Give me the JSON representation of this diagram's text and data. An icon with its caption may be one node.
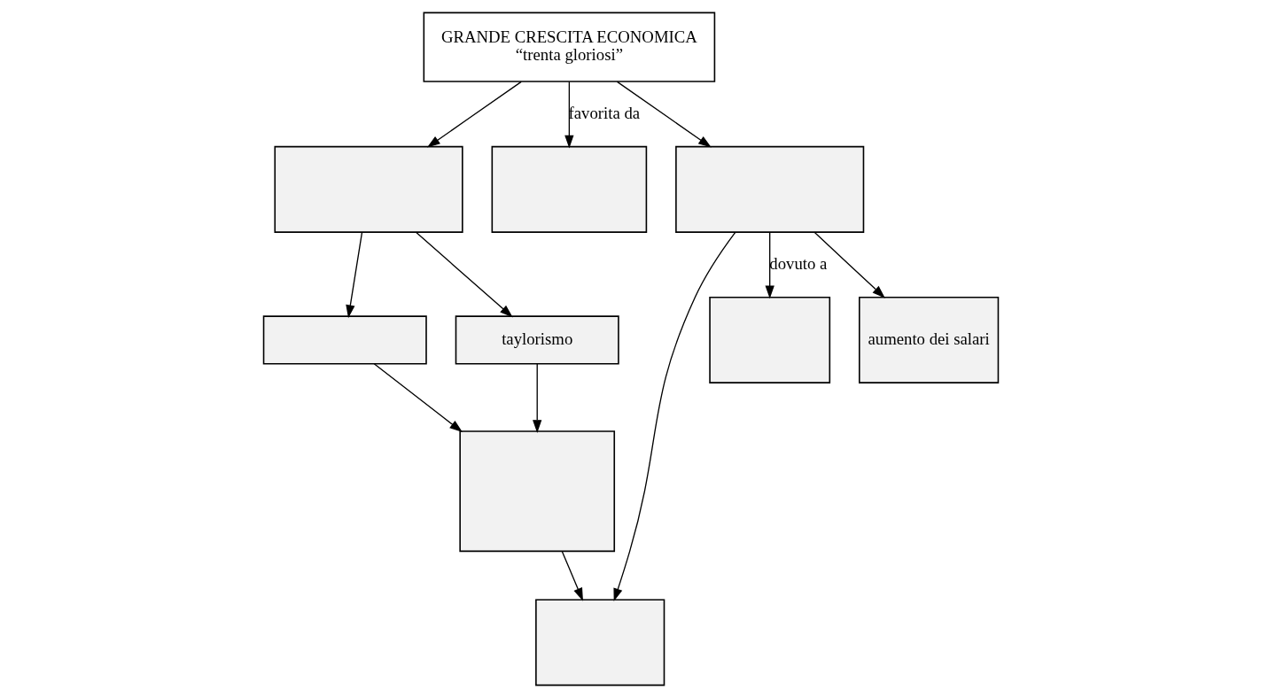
{
  "diagram": {
    "nodes": [
      {
        "text": [
          "GRANDE CRESCITA ECONOMICA",
          "“trenta gloriosi”"
        ]
      },
      {
        "text": [],
        "shape": "box"
      },
      {
        "text": [],
        "shape": "box"
      },
      {
        "text": [],
        "shape": "box"
      },
      {
        "text": [],
        "shape": "box"
      },
      {
        "text": [
          "taylorismo"
        ]
      },
      {
        "text": [],
        "shape": "box"
      },
      {
        "text": [],
        "shape": "box"
      },
      {
        "text": [],
        "shape": "box"
      },
      {
        "text": [
          "aumento dei salari"
        ]
      }
    ],
    "edges": [
      {
        "from": 0,
        "to": 1,
        "arrow": "to"
      },
      {
        "from": 0,
        "to": 2,
        "arrow": "to",
        "label": "favorita da"
      },
      {
        "from": 0,
        "to": 3,
        "arrow": "to"
      },
      {
        "from": 1,
        "to": 4,
        "arrow": "to"
      },
      {
        "from": 1,
        "to": 5,
        "arrow": "to"
      },
      {
        "from": 4,
        "to": 6,
        "arrow": "to"
      },
      {
        "from": 5,
        "to": 6,
        "arrow": "to"
      },
      {
        "from": 6,
        "to": 7,
        "arrow": "to"
      },
      {
        "from": 3,
        "to": 7,
        "arrow": "to"
      },
      {
        "from": 3,
        "to": 8,
        "arrow": "to",
        "label": "dovuto a"
      },
      {
        "from": 3,
        "to": 9,
        "arrow": "to"
      }
    ]
  }
}
